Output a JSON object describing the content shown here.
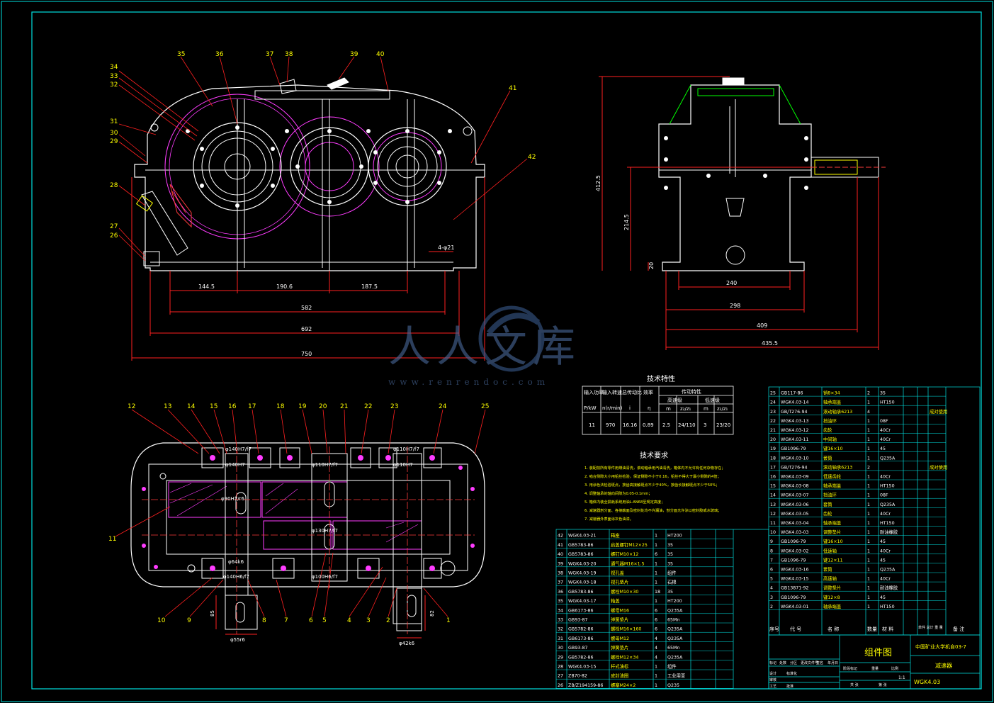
{
  "front_view": {
    "callouts": [
      "35",
      "36",
      "37",
      "38",
      "39",
      "40",
      "41",
      "42",
      "34",
      "33",
      "32",
      "31",
      "30",
      "29",
      "28",
      "27",
      "26"
    ],
    "dims": [
      "144.5",
      "190.6",
      "187.5",
      "582",
      "692",
      "750",
      "4-φ21"
    ]
  },
  "side_view": {
    "dims": [
      "412.5",
      "214.5",
      "20",
      "240",
      "298",
      "409",
      "435.5"
    ]
  },
  "top_view": {
    "callouts_top": [
      "12",
      "13",
      "14",
      "15",
      "16",
      "17",
      "18",
      "19",
      "20",
      "21",
      "22",
      "23",
      "24",
      "25"
    ],
    "callouts_bottom": [
      "10",
      "9",
      "8",
      "7",
      "6",
      "5",
      "4",
      "3",
      "2",
      "1"
    ],
    "callout_left": "11",
    "fits": [
      "φ140H7/f7",
      "φ140H7",
      "φ110H7/f7",
      "φ110H7",
      "φ110H7/f7",
      "φ90H7/r6",
      "φ130H7/f7",
      "φ64k6",
      "φ140H6/f7",
      "φ100H6/f7"
    ],
    "shaft_dims": [
      "φ55r6",
      "φ42k6",
      "85",
      "82"
    ]
  },
  "watermark": {
    "main": "人人文库",
    "sub": "www.renrendoc.com"
  },
  "tech_char": {
    "title": "技术特性",
    "headers": [
      "输入功率",
      "输入转速",
      "总传动比",
      "效率",
      "传动特性"
    ],
    "subheaders": [
      "P/kW",
      "n(r/min)",
      "i",
      "η",
      "高速级",
      "低速级"
    ],
    "sub2": [
      "m",
      "z₂/z₁",
      "m",
      "z₂/z₁"
    ],
    "row": [
      "11",
      "970",
      "16.16",
      "0.89",
      "2.5",
      "24/110",
      "3",
      "23/20"
    ]
  },
  "tech_req": {
    "title": "技术要求",
    "lines": [
      "1. 装配前所有零件用煤油清洗，滚动轴承用汽油清洗，箱体内不允许有任何杂物存在；",
      "2. 啮合侧隙大小用铅丝检验，保证侧隙不小于0.16，铅丝不得大于最小侧隙的4倍；",
      "3. 用涂色法检验斑点，按齿高接触斑点不少于40%，按齿长接触斑点不少于50%；",
      "4. 调整轴承的轴向间隙为0.05-0.1mm；",
      "5. 箱体内装全损耗系统用油L-AN68至规定高度；",
      "6. 减速器剖分面、各接触面及密封处均不许漏油，剖分面允许涂以密封胶或水玻璃；",
      "7. 减速器外表面涂灰色油漆。"
    ]
  },
  "bom_left": [
    [
      "42",
      "WGK4.03-21",
      "箱座",
      "1",
      "HT200",
      ""
    ],
    [
      "41",
      "GB5783-86",
      "启盖螺钉M12×25",
      "1",
      "35",
      ""
    ],
    [
      "40",
      "GB5783-86",
      "螺钉M10×12",
      "6",
      "35",
      ""
    ],
    [
      "39",
      "WGK4.03-20",
      "通气器M16×1.5",
      "1",
      "35",
      ""
    ],
    [
      "38",
      "WGK4.03-19",
      "视孔盖",
      "1",
      "组件",
      ""
    ],
    [
      "37",
      "WGK4.03-18",
      "视孔垫片",
      "1",
      "石棉",
      ""
    ],
    [
      "36",
      "GB5783-86",
      "螺栓M10×30",
      "18",
      "35",
      ""
    ],
    [
      "35",
      "WGK4.03-17",
      "箱盖",
      "1",
      "HT200",
      ""
    ],
    [
      "34",
      "GB6173-86",
      "螺母M16",
      "6",
      "Q235A",
      ""
    ],
    [
      "33",
      "GB93-87",
      "弹簧垫片",
      "6",
      "65Mn",
      ""
    ],
    [
      "32",
      "GB5782-86",
      "螺栓M16×160",
      "6",
      "Q235A",
      ""
    ],
    [
      "31",
      "GB6173-86",
      "螺母M12",
      "4",
      "Q235A",
      ""
    ],
    [
      "30",
      "GB93-87",
      "弹簧垫片",
      "4",
      "65Mn",
      ""
    ],
    [
      "29",
      "GB5782-86",
      "螺栓M12×34",
      "4",
      "Q235A",
      ""
    ],
    [
      "28",
      "WGK4.03-15",
      "杆式油标",
      "1",
      "组件",
      ""
    ],
    [
      "27",
      "ZB70-82",
      "皮封油圈",
      "1",
      "工业用革",
      ""
    ],
    [
      "26",
      "ZB/Z194159-86",
      "螺塞M24×2",
      "1",
      "Q235",
      ""
    ]
  ],
  "bom_right": [
    [
      "25",
      "GB117-86",
      "销8×34",
      "2",
      "35",
      ""
    ],
    [
      "24",
      "WGK4.03-14",
      "轴承端盖",
      "1",
      "HT150",
      ""
    ],
    [
      "23",
      "GB/T276-94",
      "滚动轴承6213",
      "4",
      "",
      "成对使用"
    ],
    [
      "22",
      "WGK4.03-13",
      "挡油环",
      "1",
      "08F",
      ""
    ],
    [
      "21",
      "WGK4.03-12",
      "齿轮",
      "1",
      "40Cr",
      ""
    ],
    [
      "20",
      "WGK4.03-11",
      "中间轴",
      "1",
      "40Cr",
      ""
    ],
    [
      "19",
      "GB1096-79",
      "键16×10",
      "1",
      "45",
      ""
    ],
    [
      "18",
      "WGK4.03-10",
      "套筒",
      "1",
      "Q235A",
      ""
    ],
    [
      "17",
      "GB/T276-94",
      "滚动轴承6213",
      "2",
      "",
      "成对使用"
    ],
    [
      "16",
      "WGK4.03-09",
      "低速齿轮",
      "1",
      "40Cr",
      ""
    ],
    [
      "15",
      "WGK4.03-08",
      "轴承端盖",
      "1",
      "HT150",
      ""
    ],
    [
      "14",
      "WGK4.03-07",
      "挡油环",
      "1",
      "08F",
      ""
    ],
    [
      "13",
      "WGK4.03-06",
      "套筒",
      "1",
      "Q235A",
      ""
    ],
    [
      "12",
      "WGK4.03-05",
      "齿轮",
      "1",
      "40Cr",
      ""
    ],
    [
      "11",
      "WGK4.03-04",
      "轴承端盖",
      "1",
      "HT150",
      ""
    ],
    [
      "10",
      "WGK4.03-03",
      "调整垫片",
      "1",
      "耐油橡胶",
      ""
    ],
    [
      "9",
      "GB1096-79",
      "键16×10",
      "1",
      "45",
      ""
    ],
    [
      "8",
      "WGK4.03-02",
      "低速轴",
      "1",
      "40Cr",
      ""
    ],
    [
      "7",
      "GB1096-79",
      "键12×11",
      "1",
      "45",
      ""
    ],
    [
      "6",
      "WGK4.03-16",
      "套筒",
      "1",
      "Q235A",
      ""
    ],
    [
      "5",
      "WGK4.03-15",
      "高速轴",
      "1",
      "40Cr",
      ""
    ],
    [
      "4",
      "GB13871-92",
      "调整垫片",
      "1",
      "耐油橡胶",
      ""
    ],
    [
      "3",
      "GB1096-79",
      "键12×8",
      "1",
      "45",
      ""
    ],
    [
      "2",
      "WGK4.03-01",
      "轴承端盖",
      "1",
      "HT150",
      ""
    ]
  ],
  "bom_header": [
    "序号",
    "代 号",
    "名 称",
    "数量",
    "材 料",
    "单件 总计 重 量",
    "备 注"
  ],
  "title_block": {
    "drawing_name": "组件图",
    "school": "中国矿业大学机自03-7",
    "part_name": "减速器",
    "code": "WGK4.03",
    "labels": [
      "标记",
      "处数",
      "分区",
      "更改文件号",
      "签名",
      "年月日",
      "设计",
      "标准化",
      "审核",
      "工艺",
      "批准",
      "阶段标记",
      "重量",
      "比例",
      "共 张",
      "第 张"
    ],
    "scale": "1:1"
  }
}
